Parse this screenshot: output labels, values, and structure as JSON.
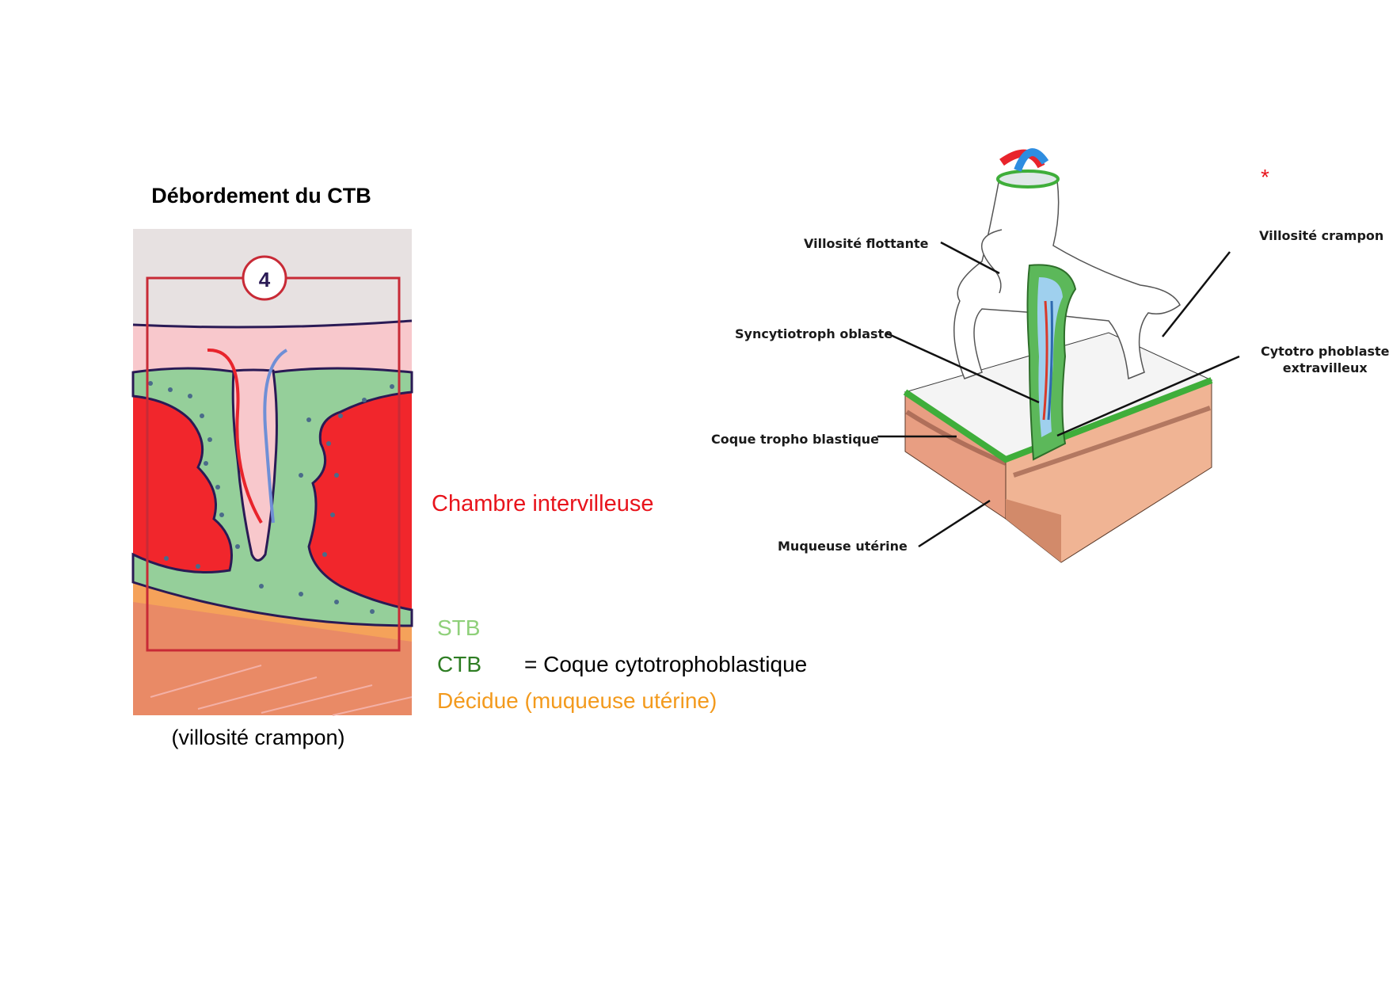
{
  "title": "Débordement du CTB",
  "left_figure": {
    "number": "4",
    "caption": "(villosité crampon)"
  },
  "annotation": {
    "chambre": "Chambre intervilleuse"
  },
  "legend": {
    "stb": "STB",
    "ctb": "CTB",
    "ctb_definition": "= Coque cytotrophoblastique",
    "decidue": "Décidue (muqueuse utérine)"
  },
  "right_figure": {
    "asterisk": "*",
    "labels": {
      "villosite_flottante": "Villosité flottante",
      "villosite_crampon": "Villosité crampon",
      "syncytiotrophoblaste": "Syncytiotroph oblaste",
      "cytotrophoblaste_line1": "Cytotro phoblaste",
      "cytotrophoblaste_line2": "extravilleux",
      "coque": "Coque tropho blastique",
      "muqueuse": "Muqueuse utérine"
    }
  },
  "colors": {
    "chambre": "#e8141c",
    "stb": "#8fd07a",
    "ctb": "#2e7d23",
    "decidue": "#f39a1d"
  }
}
